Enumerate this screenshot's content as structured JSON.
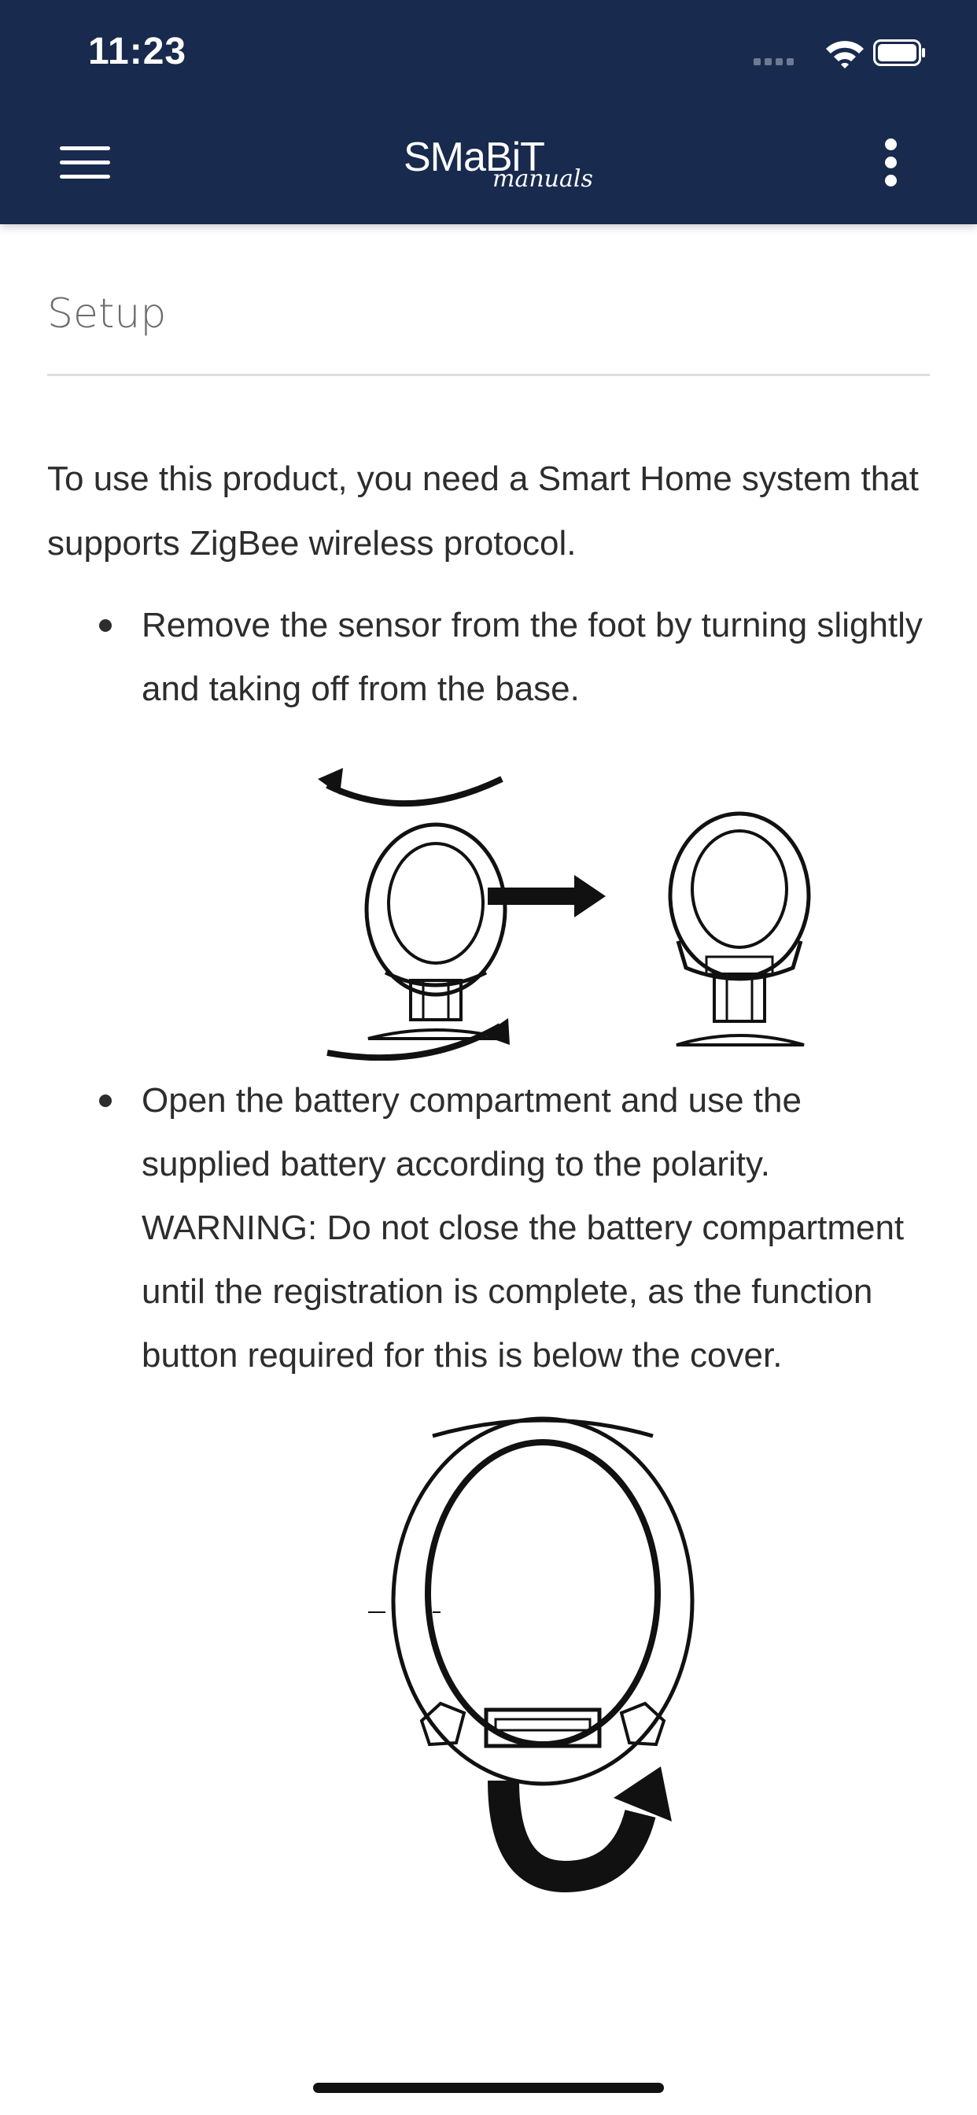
{
  "status_bar": {
    "time": "11:23",
    "icons": [
      "signal-icon",
      "wifi-icon",
      "battery-icon"
    ]
  },
  "app_bar": {
    "menu_icon": "hamburger-menu-icon",
    "brand_main": "SMaBiT",
    "brand_sub": "manuals",
    "more_icon": "more-vertical-icon"
  },
  "section": {
    "title": "Setup"
  },
  "intro": "To use this product, you need a Smart Home system that supports ZigBee wireless protocol.",
  "steps": [
    "Remove the sensor from the foot by turning slightly and taking off from the base.",
    "Open the battery compartment and use the supplied battery according to the polarity. WARNING: Do not close the battery compartment until the registration is complete, as the function button required for this is below the cover."
  ],
  "colors": {
    "header_bg": "#182a4d",
    "header_fg": "#ffffff",
    "text": "#2d2d2d",
    "title": "#6c6c6c",
    "divider": "#dddddd"
  }
}
